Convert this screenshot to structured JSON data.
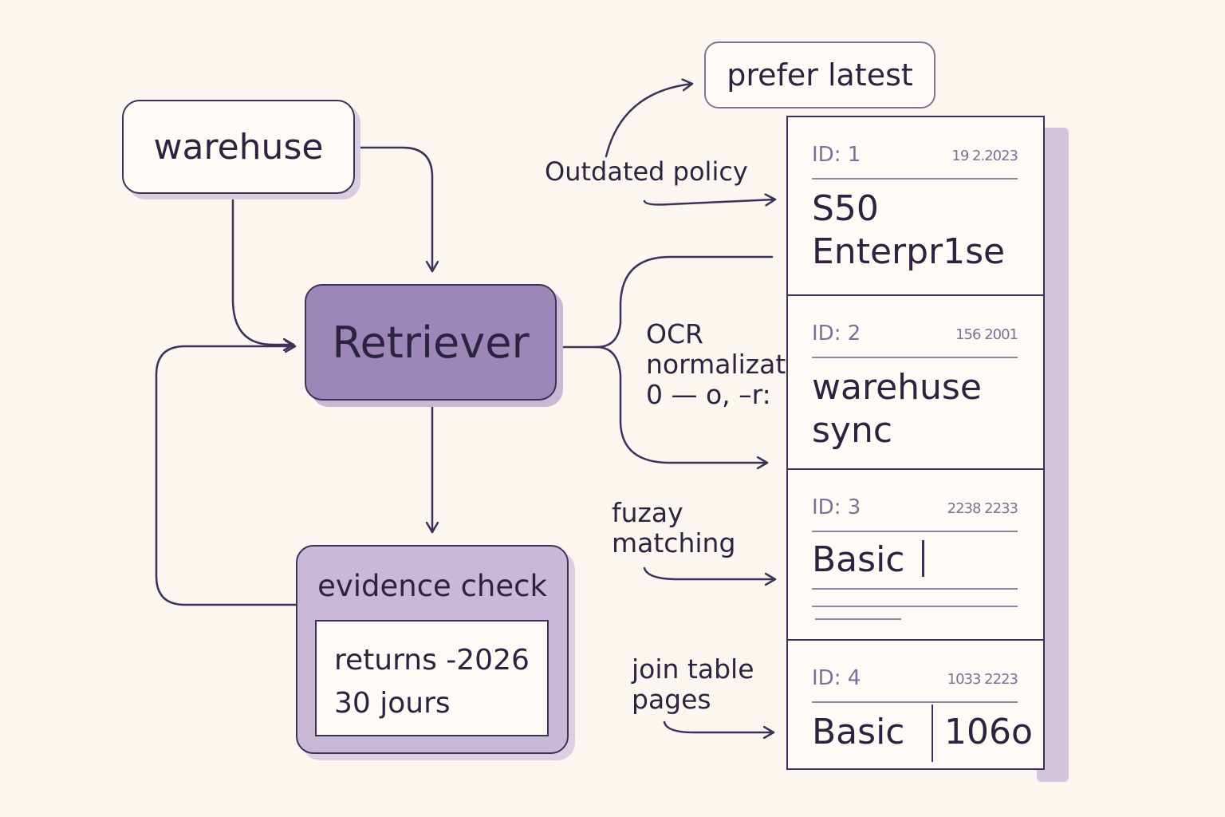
{
  "nodes": {
    "warehuse": "warehuse",
    "retriever": "Retriever",
    "prefer_latest": "prefer latest",
    "evidence_check": {
      "title": "evidence check",
      "line1": "returns -2026",
      "line2": "30 jours"
    }
  },
  "annotations": {
    "outdated_policy": "Outdated policy",
    "ocr": {
      "line1": "OCR",
      "line2": "normalizat",
      "line3": "0 — o, –r:"
    },
    "fuzzy": {
      "line1": "fuzay",
      "line2": "matching"
    },
    "join": {
      "line1": "join table",
      "line2": "pages"
    }
  },
  "documents": [
    {
      "id": "ID: 1",
      "date": "19 2.2023",
      "line1": "S50",
      "line2": "Enterpr1se"
    },
    {
      "id": "ID: 2",
      "date": "156 2001",
      "line1": "warehuse",
      "line2": "sync"
    },
    {
      "id": "ID: 3",
      "date": "2238 2233",
      "line1": "Basic",
      "line2": ""
    },
    {
      "id": "ID: 4",
      "date": "1033 2223",
      "line1": "Basic",
      "line2": "106o"
    }
  ],
  "colors": {
    "background": "#fcf6f1",
    "ink": "#3a3258",
    "retriever_fill": "#9b87b8",
    "evidence_fill": "#c9b8d6"
  }
}
